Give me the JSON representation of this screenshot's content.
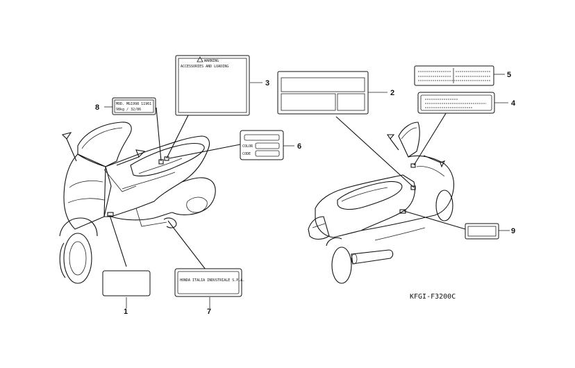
{
  "callouts": [
    "1",
    "2",
    "3",
    "4",
    "5",
    "6",
    "7",
    "8",
    "9"
  ],
  "label_texts": {
    "label_3_line1": "WARNING",
    "label_3_line2": "ACCESSORIES AND LOADING",
    "label_8_line1": "MOD. MG1998 11961",
    "label_8_line2": "98kg / 32/86",
    "label_6_color": "COLOR",
    "label_6_code": "CODE",
    "label_7_text": "HONDA ITALIA INDUSTRIALE S.P.A."
  },
  "diagram_code": "KFGI-F3200C"
}
